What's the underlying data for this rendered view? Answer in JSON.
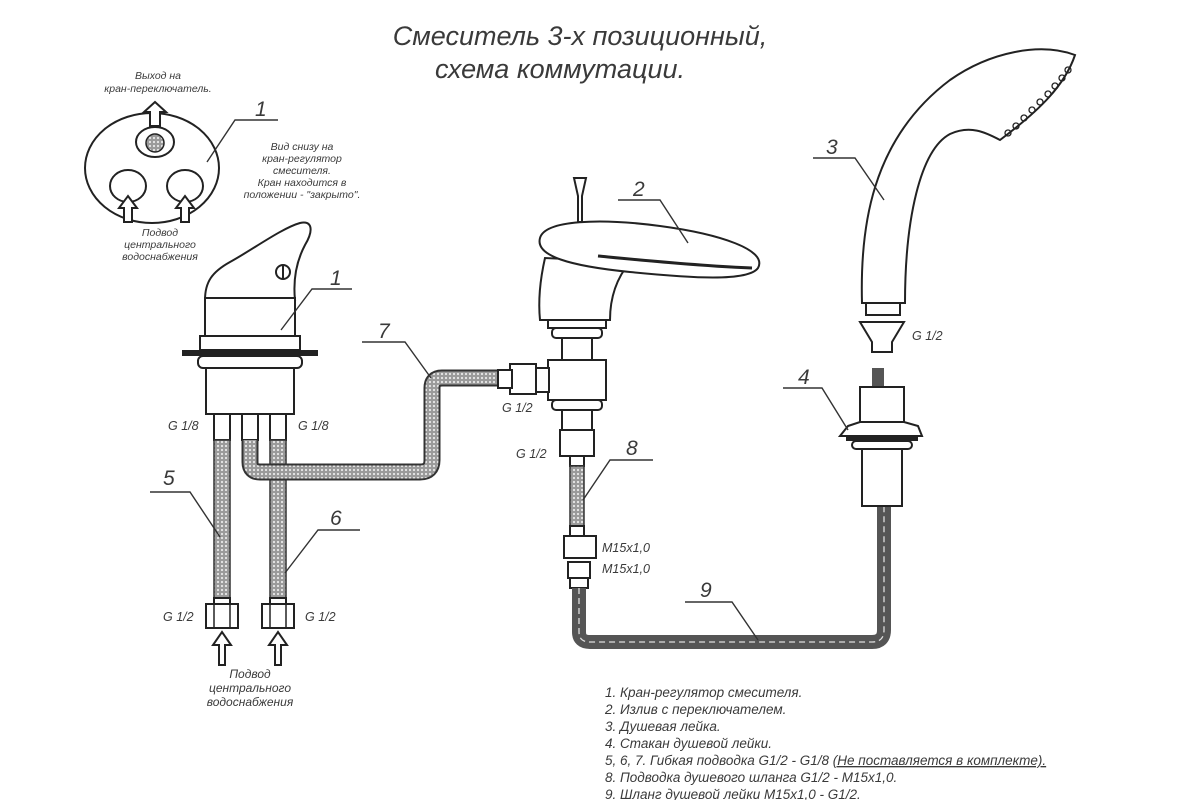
{
  "title": {
    "line1": "Смеситель 3-х позиционный,",
    "line2": "схема коммутации."
  },
  "bottom_view": {
    "outlet_label_line1": "Выход на",
    "outlet_label_line2": "кран-переключатель.",
    "callout": "1",
    "description": [
      "Вид снизу на",
      "кран-регулятор",
      "смесителя.",
      "Кран находится в",
      "положении - \"закрыто\"."
    ],
    "inlet_label": [
      "Подвод",
      "центрального",
      "водоснабжения"
    ]
  },
  "callouts": {
    "regulator": "1",
    "spout": "2",
    "shower_head": "3",
    "shower_holder": "4",
    "hose_5": "5",
    "hose_6": "6",
    "hose_7": "7",
    "shower_hose_feed": "8",
    "shower_hose": "9"
  },
  "threads": {
    "regulator_left": "G 1/8",
    "regulator_right": "G 1/8",
    "inlet_left": "G 1/2",
    "inlet_right": "G 1/2",
    "spout_side": "G 1/2",
    "spout_bottom": "G 1/2",
    "hose8_end_top": "M15x1,0",
    "hose8_end_bottom": "M15x1,0",
    "shower_head": "G 1/2"
  },
  "supply_label": [
    "Подвод",
    "центрального",
    "водоснабжения"
  ],
  "legend": [
    {
      "text": "1. Кран-регулятор смесителя."
    },
    {
      "text": "2. Излив с переключателем."
    },
    {
      "text": "3. Душевая лейка."
    },
    {
      "text": "4. Стакан душевой лейки."
    },
    {
      "text": "5, 6, 7. Гибкая подводка G1/2 - G1/8 ",
      "note": "(Не поставляется в комплекте)."
    },
    {
      "text": "8. Подводка душевого шланга G1/2 - M15x1,0."
    },
    {
      "text": "9. Шланг душевой лейки M15x1,0 - G1/2."
    }
  ],
  "colors": {
    "line": "#222222",
    "text": "#3a3a3a",
    "hose": "#555555"
  }
}
